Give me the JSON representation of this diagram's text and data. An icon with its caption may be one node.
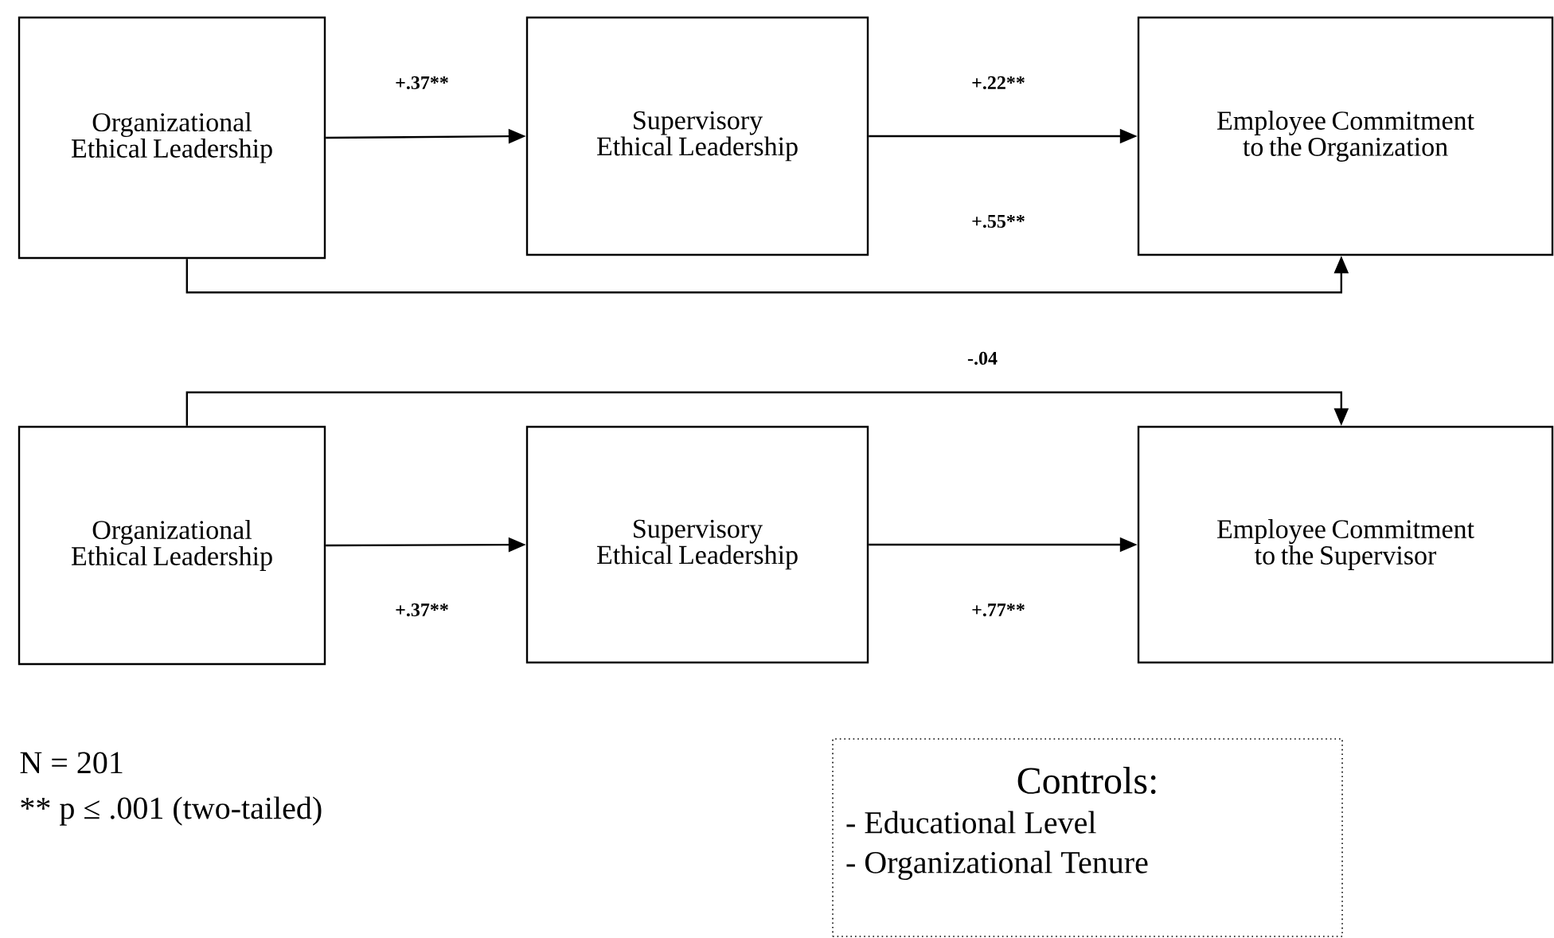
{
  "diagram": {
    "nodes": [
      {
        "text": [
          "Organizational Ethical Leadership"
        ]
      },
      {
        "text": [
          "Supervisory Ethical Leadership"
        ]
      },
      {
        "text": [
          "Employee Commitment to the Organization"
        ]
      },
      {
        "text": [
          "Organizational Ethical Leadership"
        ]
      },
      {
        "text": [
          "Supervisory Ethical Leadership"
        ]
      },
      {
        "text": [
          "Employee Commitment to the Supervisor"
        ]
      },
      {
        "text": [
          "Controls:",
          "- Educational Level",
          "- Organizational Tenure"
        ]
      }
    ],
    "edges": [
      {
        "from": 0,
        "to": 1,
        "arrow": "to",
        "label": "+.37**"
      },
      {
        "from": 1,
        "to": 2,
        "arrow": "to",
        "label": "+.22**"
      },
      {
        "from": 0,
        "to": 2,
        "arrow": "to",
        "label": "+.55**"
      },
      {
        "from": 3,
        "to": 5,
        "arrow": "to",
        "label": "-.04"
      },
      {
        "from": 3,
        "to": 4,
        "arrow": "to",
        "label": "+.37**"
      },
      {
        "from": 4,
        "to": 5,
        "arrow": "to",
        "label": "+.77**"
      }
    ],
    "labels": [
      "N = 201",
      "** p ≤ .001 (two-tailed)"
    ]
  }
}
